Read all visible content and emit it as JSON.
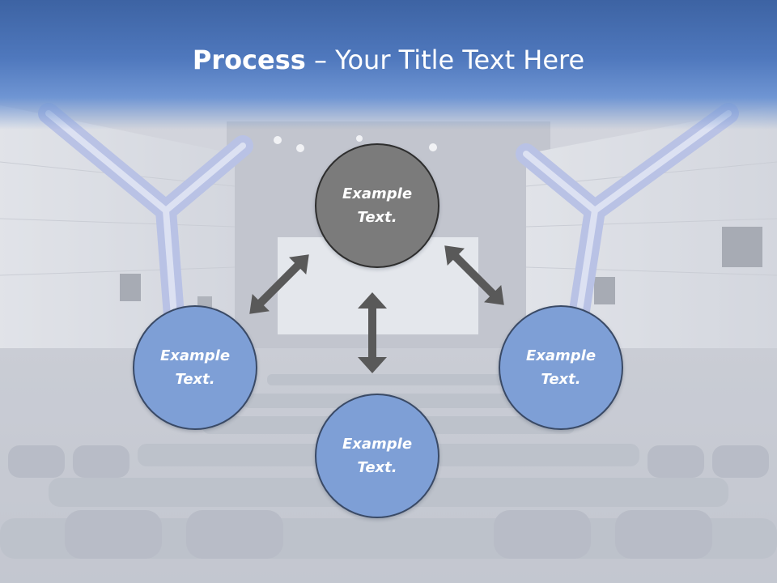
{
  "slide": {
    "title_bold": "Process",
    "title_rest": " – Your Title Text Here"
  },
  "nodes": {
    "top": "Example\nText.",
    "left": "Example\nText.",
    "bottom": "Example\nText.",
    "right": "Example\nText."
  },
  "colors": {
    "title_band": "#4f78bd",
    "node_accent": "#7e9fd6",
    "node_top": "#7b7b7b",
    "arrow": "#595959"
  }
}
